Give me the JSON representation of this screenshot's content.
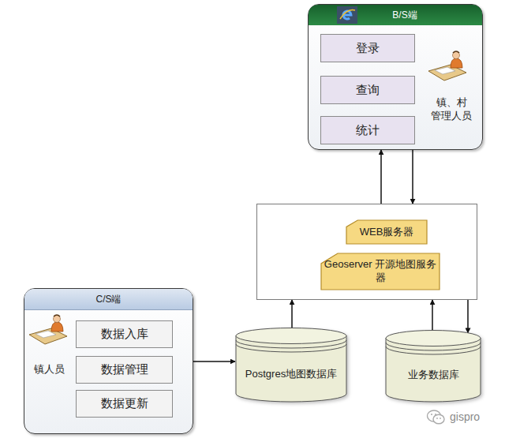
{
  "diagram": {
    "nodes": [
      {
        "text": [
          "B/S端",
          "镇、村 管理人员"
        ]
      },
      {
        "text": [
          "登录"
        ],
        "in": 0
      },
      {
        "text": [
          "查询"
        ],
        "in": 0
      },
      {
        "text": [
          "统计"
        ],
        "in": 0
      },
      {
        "text": []
      },
      {
        "text": [
          "WEB服务器"
        ],
        "in": 4
      },
      {
        "text": [
          "Geoserver 开源地图服务器"
        ],
        "in": 4
      },
      {
        "text": [
          "C/S端",
          "镇人员"
        ]
      },
      {
        "text": [
          "数据入库"
        ],
        "in": 7
      },
      {
        "text": [
          "数据管理"
        ],
        "in": 7
      },
      {
        "text": [
          "数据更新"
        ],
        "in": 7
      },
      {
        "text": [
          "Postgres地图数据库"
        ]
      },
      {
        "text": [
          "业务数据库"
        ]
      }
    ],
    "edges": [
      {
        "from": 4,
        "to": 0,
        "arrow": "to"
      },
      {
        "from": 0,
        "to": 4,
        "arrow": "to"
      },
      {
        "from": 7,
        "to": 11,
        "arrow": "to"
      },
      {
        "from": 11,
        "to": 4,
        "arrow": "to"
      },
      {
        "from": 12,
        "to": 4,
        "arrow": "to"
      },
      {
        "from": 4,
        "to": 12,
        "arrow": "to"
      }
    ],
    "labels": [
      "gispro"
    ]
  }
}
